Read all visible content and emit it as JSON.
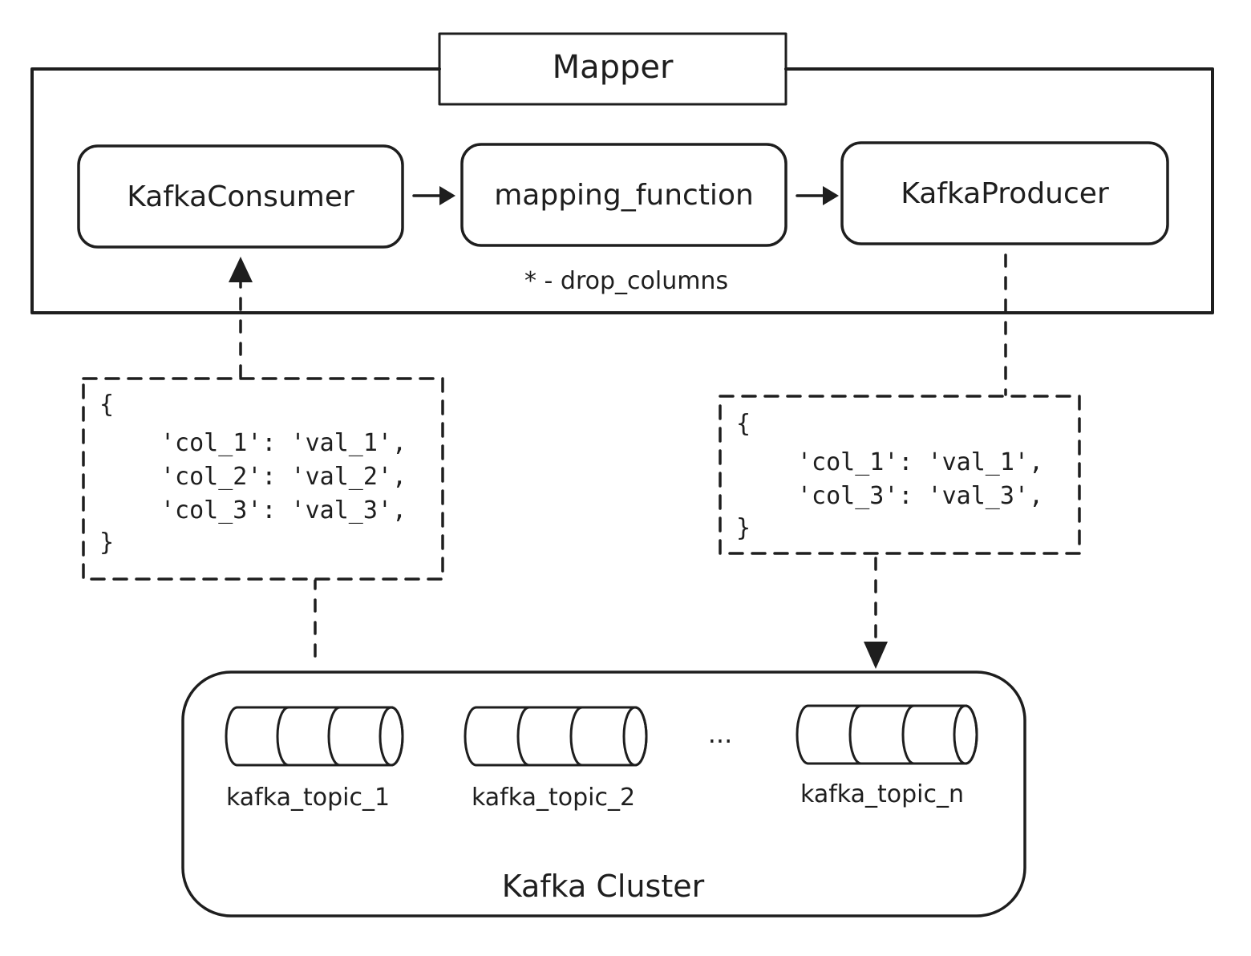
{
  "mapper": {
    "title": "Mapper",
    "note": "* - drop_columns",
    "nodes": {
      "consumer": "KafkaConsumer",
      "mapping": "mapping_function",
      "producer": "KafkaProducer"
    }
  },
  "input_payload": {
    "open": "{",
    "lines": [
      "'col_1': 'val_1',",
      "'col_2': 'val_2',",
      "'col_3': 'val_3',"
    ],
    "close": "}"
  },
  "output_payload": {
    "open": "{",
    "lines": [
      "'col_1': 'val_1',",
      "'col_3': 'val_3',"
    ],
    "close": "}"
  },
  "cluster": {
    "label": "Kafka Cluster",
    "topics": [
      "kafka_topic_1",
      "kafka_topic_2",
      "kafka_topic_n"
    ],
    "ellipsis": "..."
  },
  "colors": {
    "ink": "#1e1e1e",
    "background": "#ffffff"
  }
}
